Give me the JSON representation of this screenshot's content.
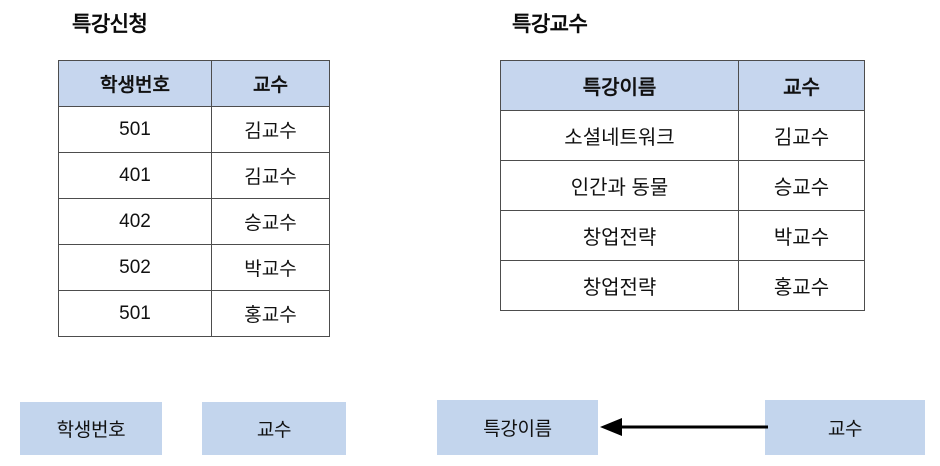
{
  "diagram": {
    "type": "functional-dependency-diagram",
    "background_color": "#ffffff",
    "header_fill": "#c6d6ee",
    "box_fill": "#c3d5ed",
    "border_color": "#4d4d4d"
  },
  "tables": [
    {
      "title": "특강신청",
      "columns": [
        "학생번호",
        "교수"
      ],
      "rows": [
        [
          "501",
          "김교수"
        ],
        [
          "401",
          "김교수"
        ],
        [
          "402",
          "승교수"
        ],
        [
          "502",
          "박교수"
        ],
        [
          "501",
          "홍교수"
        ]
      ]
    },
    {
      "title": "특강교수",
      "columns": [
        "특강이름",
        "교수"
      ],
      "rows": [
        [
          "소셜네트워크",
          "김교수"
        ],
        [
          "인간과 동물",
          "승교수"
        ],
        [
          "창업전략",
          "박교수"
        ],
        [
          "창업전략",
          "홍교수"
        ]
      ]
    }
  ],
  "attribute_boxes": [
    {
      "label": "학생번호"
    },
    {
      "label": "교수"
    },
    {
      "label": "특강이름"
    },
    {
      "label": "교수"
    }
  ],
  "arrows": [
    {
      "from": "교수",
      "to": "특강이름",
      "direction": "left",
      "color": "#000000"
    }
  ]
}
